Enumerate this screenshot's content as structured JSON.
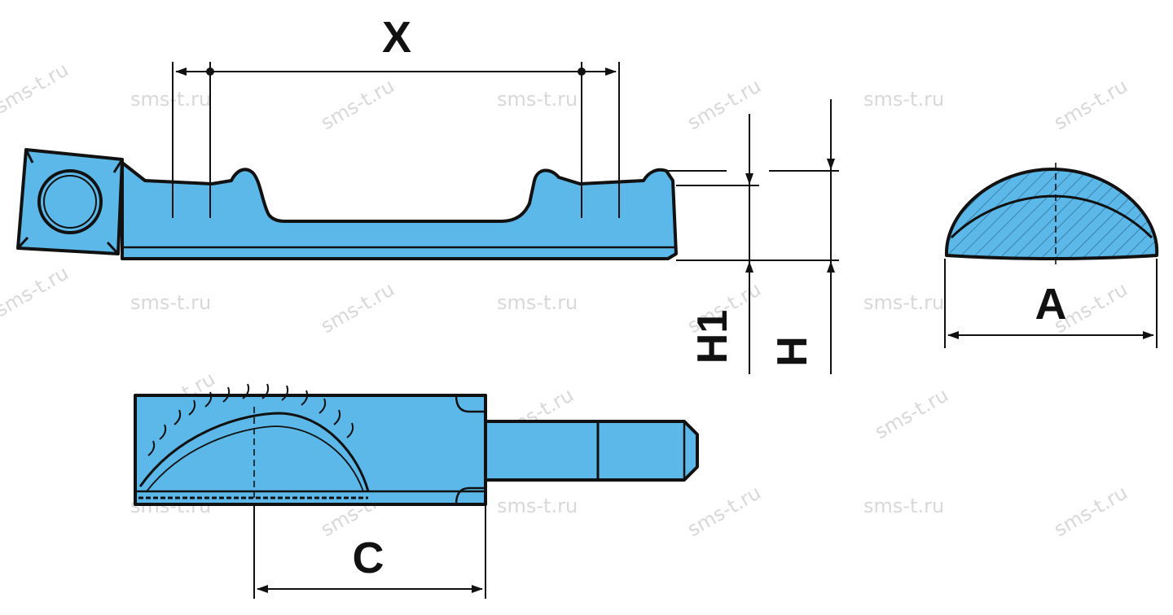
{
  "watermark": {
    "text": "sms-t.ru"
  },
  "colors": {
    "part_fill": "#5bb8e8",
    "outline": "#111111",
    "background": "#ffffff",
    "watermark": "#d8d8d8"
  },
  "dimensions": {
    "x": "X",
    "h1": "H1",
    "h": "H",
    "a": "A",
    "c": "C"
  }
}
